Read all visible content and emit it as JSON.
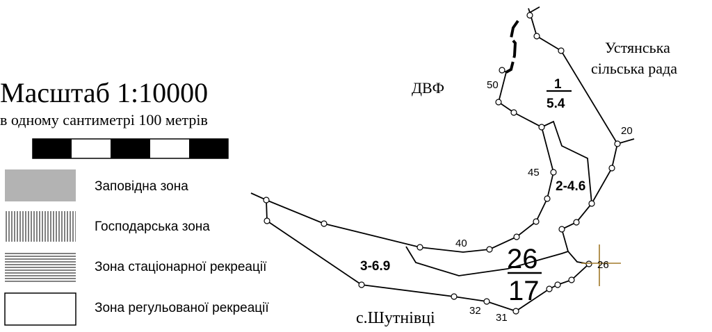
{
  "scale": {
    "title": "Масштаб  1:10000",
    "subtitle": "в одному сантиметрі 100 метрів"
  },
  "legend": [
    {
      "label": "Заповідна зона",
      "pattern": "solid-gray"
    },
    {
      "label": "Господарська зона",
      "pattern": "vertical-lines"
    },
    {
      "label": "Зона стаціонарної рекреації",
      "pattern": "horizontal-lines"
    },
    {
      "label": "Зона регульованої рекреації",
      "pattern": "empty"
    }
  ],
  "map": {
    "region_labels": {
      "dvf": "ДВФ",
      "ustia_1": "Устянська",
      "ustia_2": "сільська рада",
      "village": "с.Шутнівці"
    },
    "boundary_numbers": {
      "b50": "50",
      "b45": "45",
      "b40": "40",
      "b20": "20",
      "b26": "26",
      "b32": "32",
      "b31": "31"
    },
    "zone_labels": {
      "z1_num": "1",
      "z1_den": "5.4",
      "z2": "2-4.6",
      "z3": "3-6.9",
      "total_num": "26",
      "total_den": "17"
    }
  },
  "colors": {
    "line": "#000000",
    "legend_gray": "#b3b3b3",
    "marker": "#a07828"
  }
}
